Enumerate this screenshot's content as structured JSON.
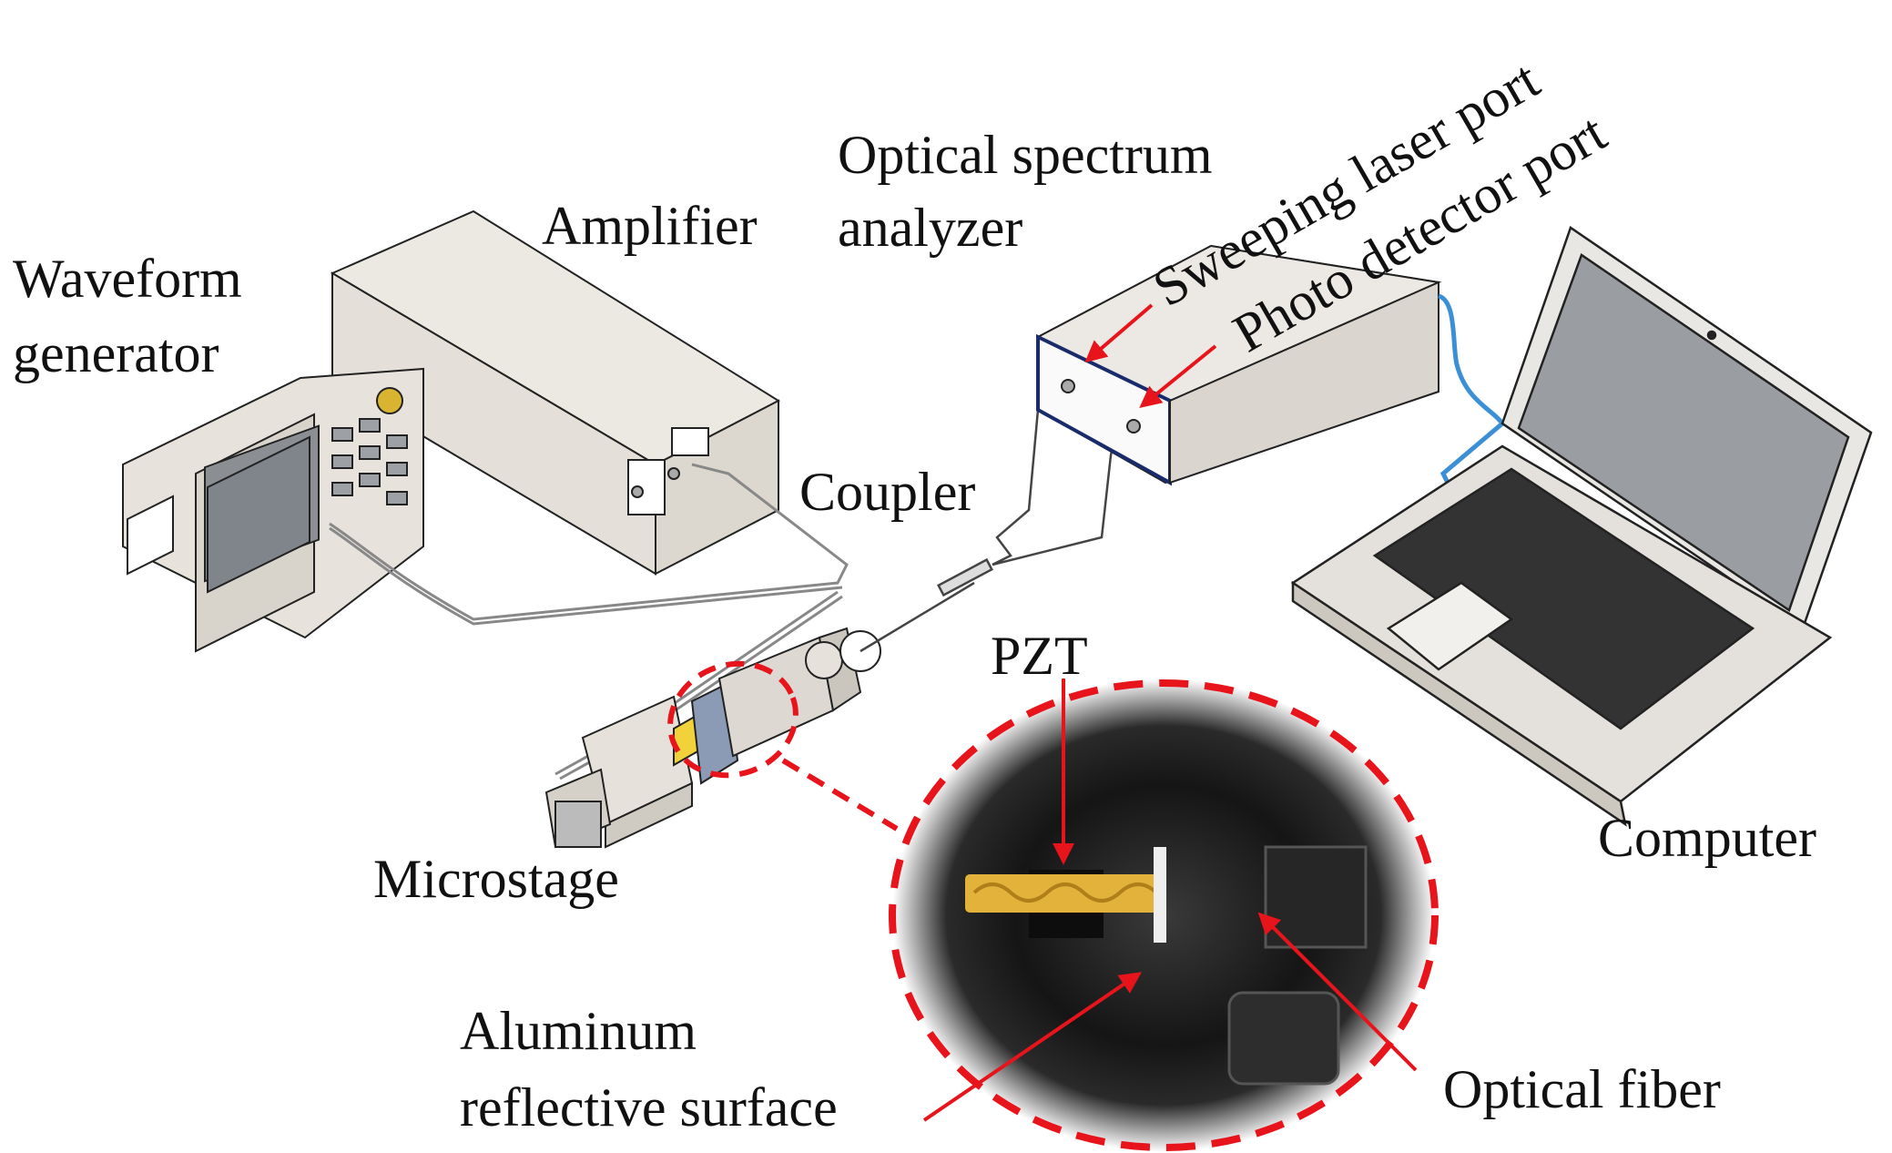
{
  "labels": {
    "waveform_line1": "Waveform",
    "waveform_line2": "generator",
    "amplifier": "Amplifier",
    "osa_line1": "Optical spectrum",
    "osa_line2": "analyzer",
    "sweeping_port": "Sweeping laser port",
    "photo_port": "Photo detector port",
    "coupler": "Coupler",
    "computer": "Computer",
    "microstage": "Microstage",
    "pzt": "PZT",
    "aluminum_line1": "Aluminum",
    "aluminum_line2": "reflective surface",
    "optical_fiber": "Optical fiber"
  },
  "colors": {
    "annotation_red": "#e8141b",
    "fiber_blue": "#3b8fd6",
    "device_body": "#e9e6e0",
    "pzt_yellow": "#e2b23a"
  },
  "icons": {
    "waveform_generator": "signal-generator-icon",
    "amplifier": "amplifier-icon",
    "optical_spectrum_analyzer": "spectrum-analyzer-icon",
    "computer": "laptop-icon",
    "microstage": "microstage-icon",
    "coupler": "fiber-coupler-icon"
  }
}
